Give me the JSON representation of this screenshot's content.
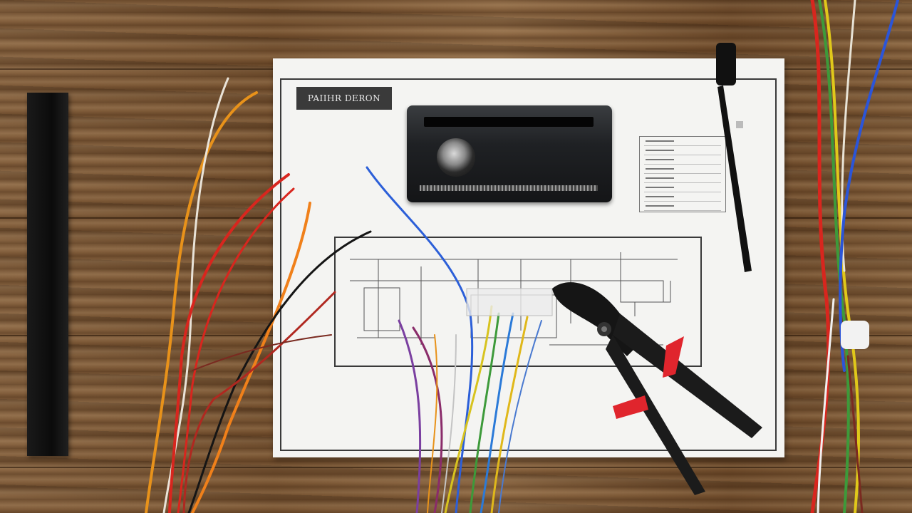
{
  "scene": {
    "title_plate_text": "PAIIHR DERON",
    "colors": {
      "wood": "#7f5b38",
      "paper": "#f4f4f2",
      "stereo": "#1f2124",
      "plier_handle": "#e0252d",
      "tape": "#111111"
    },
    "objects": [
      "wood-table",
      "wiring-diagram-sheet",
      "car-stereo",
      "electrical-tape",
      "marker-pen",
      "wire-crimper",
      "wire-bundles"
    ]
  }
}
